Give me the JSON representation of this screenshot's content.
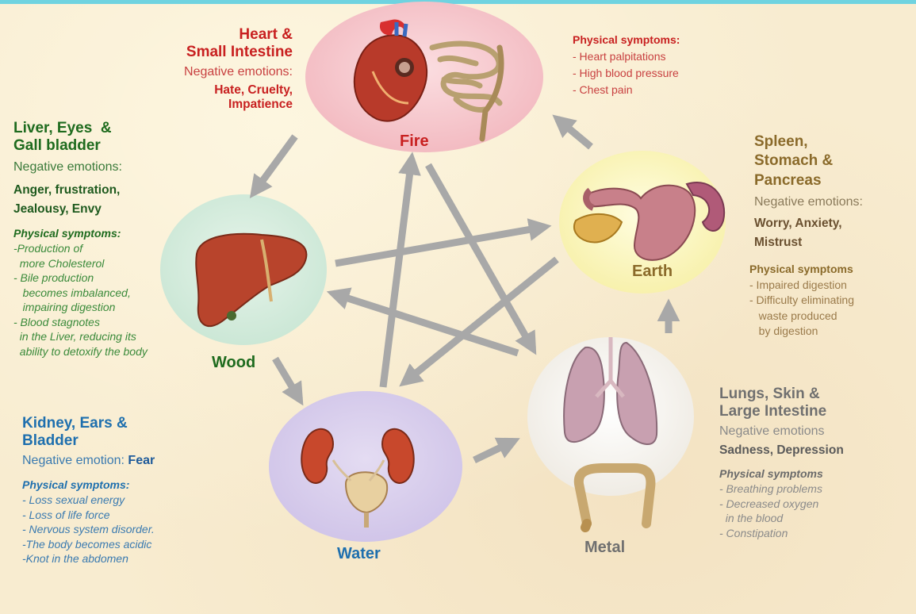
{
  "colors": {
    "background": "#f8ecd0",
    "fire": "#c82020",
    "wood": "#1e6b1e",
    "earth": "#8a6a2a",
    "metal": "#707070",
    "water": "#1e6fae",
    "arrow": "#a8a8a8"
  },
  "elements": {
    "fire": "Fire",
    "wood": "Wood",
    "earth": "Earth",
    "metal": "Metal",
    "water": "Water"
  },
  "fire_block": {
    "organs": [
      "Heart &",
      "Small Intestine"
    ],
    "neg_label": "Negative emotions:",
    "emotions": [
      "Hate, Cruelty,",
      "Impatience"
    ],
    "symptoms_title": "Physical symptoms:",
    "symptoms": [
      "- Heart palpitations",
      "- High blood pressure",
      "- Chest pain"
    ]
  },
  "wood_block": {
    "organs": [
      "Liver, Eyes  &",
      "Gall bladder"
    ],
    "neg_label": "Negative emotions:",
    "emotions": [
      "Anger, frustration,",
      "Jealousy, Envy"
    ],
    "symptoms_title": "Physical symptoms:",
    "symptoms": [
      "-Production of",
      "  more Cholesterol",
      "- Bile production",
      "   becomes imbalanced,",
      "   impairing digestion",
      "- Blood stagnotes",
      "  in the Liver, reducing its",
      "  ability to detoxify the body"
    ]
  },
  "earth_block": {
    "organs": [
      "Spleen,",
      "Stomach &",
      "Pancreas"
    ],
    "neg_label": "Negative emotions:",
    "emotions": [
      "Worry, Anxiety,",
      "Mistrust"
    ],
    "symptoms_title": "Physical symptoms",
    "symptoms": [
      "- Impaired digestion",
      "- Difficulty eliminating",
      "   waste produced",
      "   by digestion"
    ]
  },
  "metal_block": {
    "organs": [
      "Lungs, Skin &",
      "Large Intestine"
    ],
    "neg_label": "Negative emotions",
    "emotions": [
      "Sadness, Depression"
    ],
    "symptoms_title": "Physical symptoms",
    "symptoms": [
      "- Breathing problems",
      "- Decreased oxygen",
      "  in the blood",
      "- Constipation"
    ]
  },
  "water_block": {
    "organs": [
      "Kidney, Ears &",
      "Bladder"
    ],
    "neg_label": "Negative emotion:",
    "emotion": "Fear",
    "symptoms_title": "Physical symptoms:",
    "symptoms": [
      "- Loss sexual energy",
      "- Loss of life force",
      "- Nervous system disorder.",
      "-The body becomes acidic",
      "-Knot in the abdomen"
    ]
  }
}
